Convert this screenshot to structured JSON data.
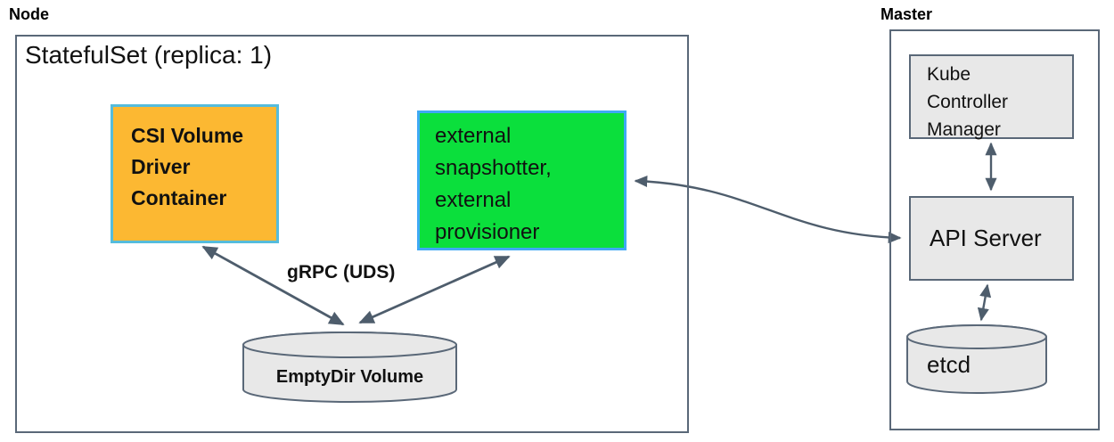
{
  "colors": {
    "arrow": "#4E5D6C",
    "outer_border": "#5A6878",
    "gray_fill": "#E8E8E8",
    "csi_fill": "#FCB832",
    "csi_border": "#55BCDC",
    "sidecar_fill": "#0BDF3C",
    "sidecar_border": "#3FA9F5",
    "text": "#111111"
  },
  "node": {
    "label": "Node",
    "statefulset_label": "StatefulSet (replica: 1)",
    "csi_box": {
      "lines": [
        "CSI Volume",
        "Driver",
        "Container"
      ]
    },
    "sidecar_box": {
      "lines": [
        "external",
        "snapshotter,",
        "external",
        "provisioner"
      ]
    },
    "grpc_label": "gRPC (UDS)",
    "emptydir_label": "EmptyDir Volume"
  },
  "master": {
    "label": "Master",
    "kcm_box": {
      "lines": [
        "Kube",
        "Controller",
        "Manager"
      ]
    },
    "api_server_label": "API Server",
    "etcd_label": "etcd"
  }
}
